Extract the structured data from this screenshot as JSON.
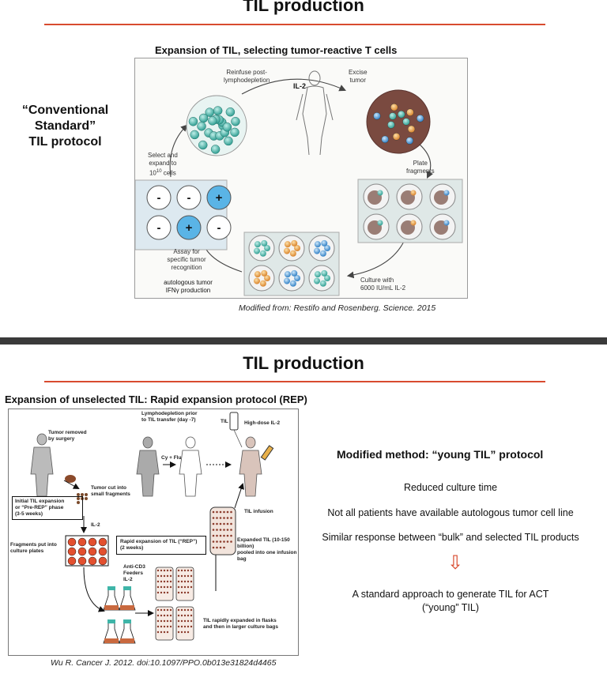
{
  "slide1": {
    "title": "TIL production",
    "subtitle": "Expansion of TIL, selecting tumor-reactive T cells",
    "side_label_line1": "“Conventional",
    "side_label_line2": "Standard”",
    "side_label_line3": "TIL protocol",
    "figure": {
      "reinfuse": "Reinfuse post-\nlymphodepletion",
      "il2": "IL-2",
      "excise": "Excise\ntumor",
      "plate": "Plate\nfragments",
      "culture": "Culture with\n6000 IU/mL IL-2",
      "assay": "Assay for\nspecific tumor\nrecognition",
      "autologous": "autologous tumor\nIFNγ production",
      "select": "Select and\nexpand to\n10",
      "select_sup": "10",
      "select_end": " cells",
      "assay_marks": [
        "-",
        "-",
        "+",
        "-",
        "+",
        "-"
      ]
    },
    "citation": "Modified from: Restifo and Rosenberg. Science. 2015"
  },
  "slide2": {
    "title": "TIL production",
    "subtitle": "Expansion of unselected TIL: Rapid expansion protocol (REP)",
    "figure": {
      "tumor_removed": "Tumor removed\nby surgery",
      "lympho": "Lymphodepletion prior\nto TIL transfer (day -7)",
      "til": "TIL",
      "high_dose": "High-dose IL-2",
      "cy_flu": "Cy + Flu",
      "tumor_cut": "Tumor cut into\nsmall fragments",
      "initial_box": "Initial TIL expansion\nor “Pre-REP” phase\n(3-5 weeks)",
      "il2": "IL-2",
      "fragments": "Fragments put into\nculture plates",
      "til_infusion": "TIL infusion",
      "rapid_box": "Rapid expansion of TIL (“REP”)\n(2 weeks)",
      "expanded": "Expanded TIL (10-150 billion)\npooled into one infusion bag",
      "anti_cd3": "Anti-CD3\nFeeders\nIL-2",
      "flasks": "TIL rapidly expanded in flasks\nand then in larger culture bags"
    },
    "citation": "Wu R. Cancer J. 2012. doi:10.1097/PPO.0b013e31824d4465",
    "right": {
      "heading": "Modified method: “young TIL” protocol",
      "bullet1": "Reduced culture time",
      "bullet2": "Not all patients have available autologous tumor cell line",
      "bullet3": "Similar response between “bulk” and selected TIL products",
      "arrow": "⇩",
      "conclusion": "A standard approach to generate TIL for ACT\n(“young” TIL)"
    }
  },
  "colors": {
    "accent_red": "#d84b2f",
    "separator": "#3a3a3a",
    "cell_teal": "#3fb5a8",
    "cell_orange": "#e8962f",
    "cell_blue": "#3b8fd4",
    "tumor_brown": "#7a4a40",
    "plus_blue": "#5ab4e6"
  }
}
